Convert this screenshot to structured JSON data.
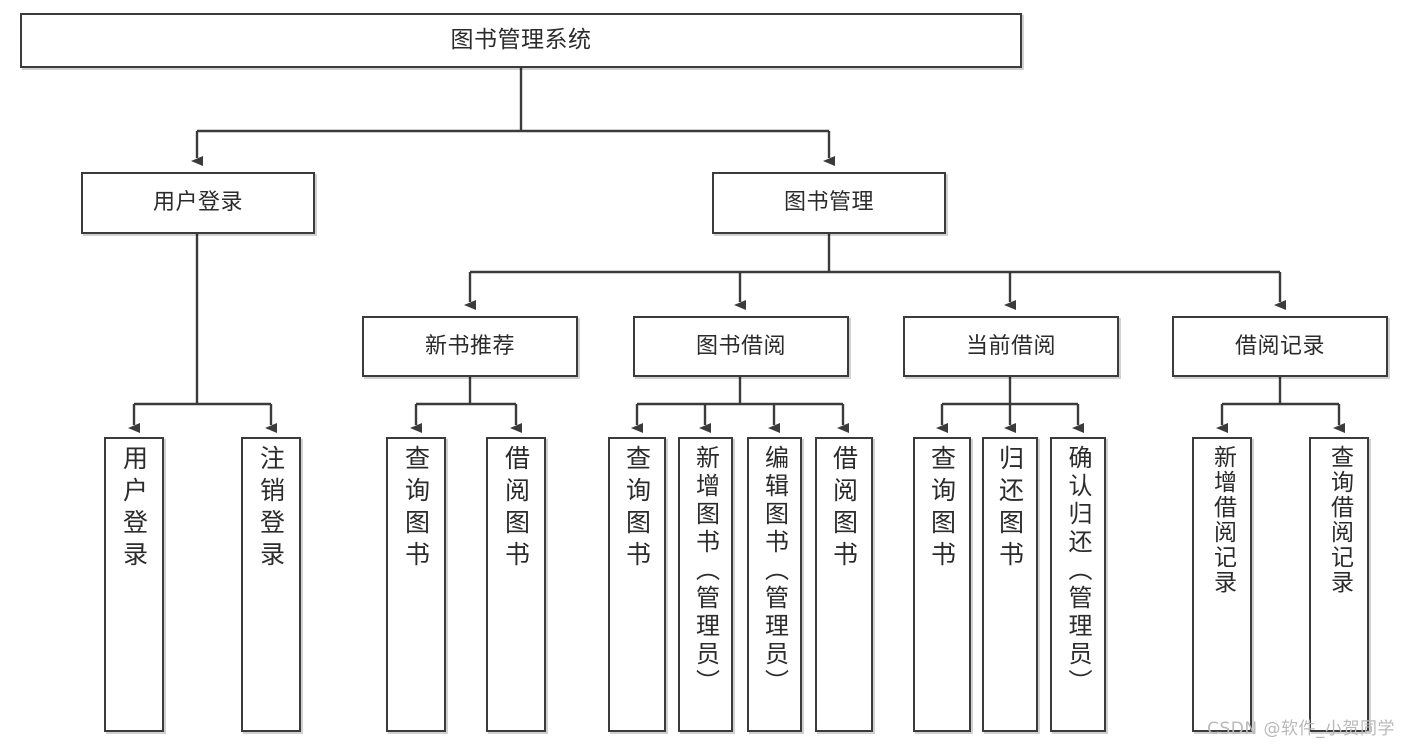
{
  "diagram": {
    "type": "tree",
    "title": "图书管理系统",
    "watermark": "CSDN @软件_小贺同学",
    "nodes": {
      "root": {
        "label": "图书管理系统"
      },
      "level2": [
        {
          "id": "user-login",
          "label": "用户登录"
        },
        {
          "id": "book-manage",
          "label": "图书管理"
        }
      ],
      "level3": [
        {
          "id": "new-book-recommend",
          "label": "新书推荐"
        },
        {
          "id": "book-borrow",
          "label": "图书借阅"
        },
        {
          "id": "current-borrow",
          "label": "当前借阅"
        },
        {
          "id": "borrow-record",
          "label": "借阅记录"
        }
      ],
      "leaves": {
        "user-login": [
          {
            "id": "leaf-user-login",
            "label": "用户登录"
          },
          {
            "id": "leaf-user-logout",
            "label": "注销登录"
          }
        ],
        "new-book-recommend": [
          {
            "id": "leaf-query-book-1",
            "label": "查询图书"
          },
          {
            "id": "leaf-borrow-book-1",
            "label": "借阅图书"
          }
        ],
        "book-borrow": [
          {
            "id": "leaf-query-book-2",
            "label": "查询图书"
          },
          {
            "id": "leaf-add-book",
            "label": "新增图书（管理员）"
          },
          {
            "id": "leaf-edit-book",
            "label": "编辑图书（管理员）"
          },
          {
            "id": "leaf-borrow-book-2",
            "label": "借阅图书"
          }
        ],
        "current-borrow": [
          {
            "id": "leaf-query-book-3",
            "label": "查询图书"
          },
          {
            "id": "leaf-return-book",
            "label": "归还图书"
          },
          {
            "id": "leaf-confirm-return",
            "label": "确认归还（管理员）"
          }
        ],
        "borrow-record": [
          {
            "id": "leaf-add-record",
            "label": "新增借阅记录"
          },
          {
            "id": "leaf-query-record",
            "label": "查询借阅记录"
          }
        ]
      }
    },
    "colors": {
      "stroke": "#3b3b3b",
      "fill": "#ffffff",
      "text": "#2b2b2b",
      "watermark": "#b9b9b9"
    }
  }
}
